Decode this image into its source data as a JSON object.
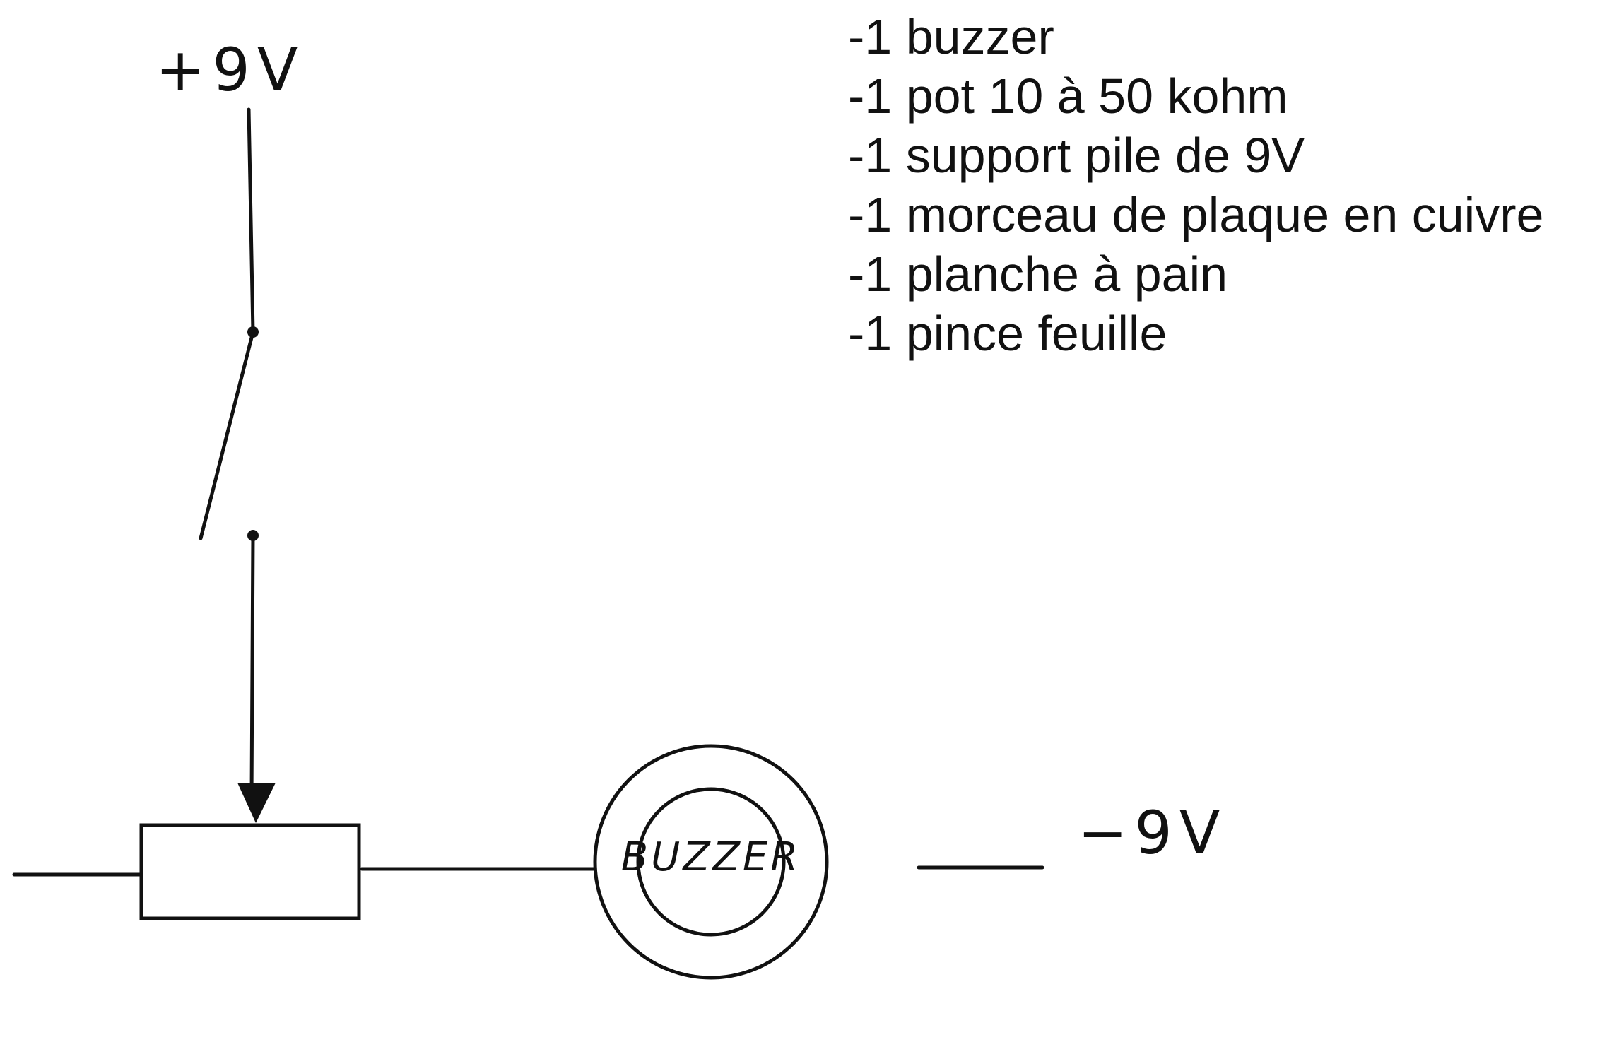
{
  "labels": {
    "positive_supply": "+9V",
    "negative_supply": "−9V",
    "buzzer": "BUZZER"
  },
  "parts_list": [
    "-1 buzzer",
    "-1 pot 10 à 50 kohm",
    "-1 support pile de 9V",
    "-1 morceau de plaque en cuivre",
    "-1 planche à pain",
    "-1 pince feuille"
  ],
  "colors": {
    "ink": "#111111",
    "paper": "#ffffff"
  }
}
